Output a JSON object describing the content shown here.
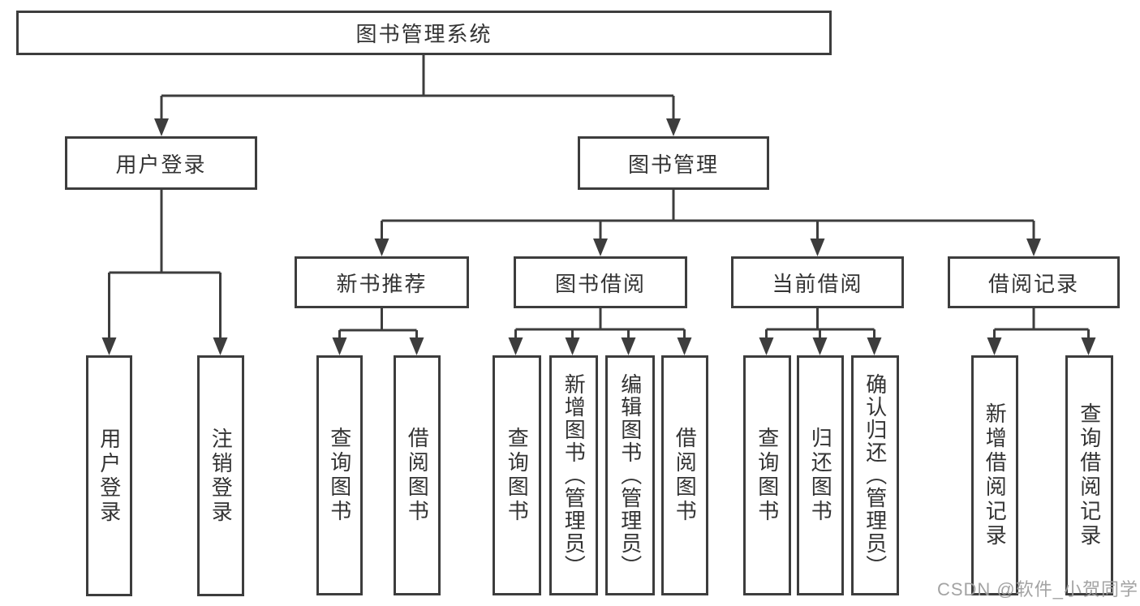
{
  "diagram_title": "图书管理系统",
  "tree": {
    "root": "图书管理系统",
    "branches": [
      {
        "label": "用户登录",
        "children": [
          "用户登录",
          "注销登录"
        ]
      },
      {
        "label": "图书管理",
        "children": [
          {
            "label": "新书推荐",
            "children": [
              "查询图书",
              "借阅图书"
            ]
          },
          {
            "label": "图书借阅",
            "children": [
              "查询图书",
              "新增图书（管理员）",
              "编辑图书（管理员）",
              "借阅图书"
            ]
          },
          {
            "label": "当前借阅",
            "children": [
              "查询图书",
              "归还图书",
              "确认归还（管理员）"
            ]
          },
          {
            "label": "借阅记录",
            "children": [
              "新增借阅记录",
              "查询借阅记录"
            ]
          }
        ]
      }
    ]
  },
  "watermark": "CSDN @软件_小贺同学",
  "colors": {
    "line": "#3d3d3d",
    "text": "#333333",
    "background": "#ffffff",
    "watermark": "#9e9e9e"
  }
}
